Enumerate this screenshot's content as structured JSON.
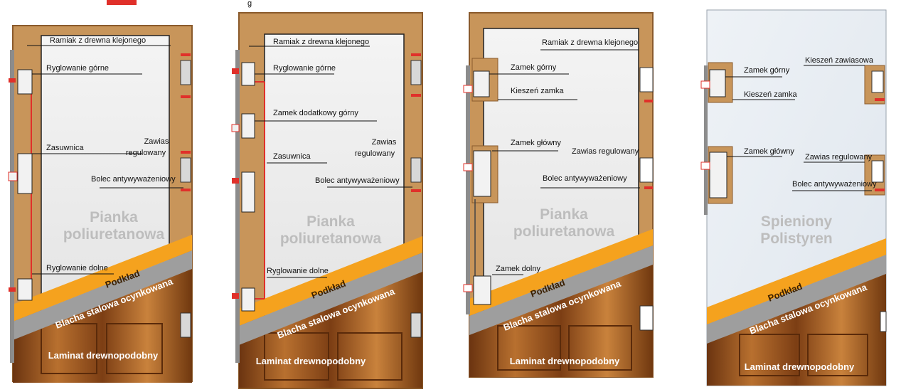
{
  "top_fragment": "g",
  "doors": [
    {
      "id": "door1",
      "labels": {
        "frame": "Ramiak z drewna klejonego",
        "top_lock": "Ryglowanie górne",
        "bolt": "Zasuwnica",
        "hinge": "Zawias\nregulowany",
        "anti": "Bolec antywyważeniowy",
        "bottom_lock": "Ryglowanie dolne",
        "core": "Pianka\npoliuretanowa",
        "primer": "Podkład",
        "steel": "Blacha stalowa ocynkowana",
        "laminate": "Laminat drewnopodobny"
      }
    },
    {
      "id": "door2",
      "labels": {
        "frame": "Ramiak z drewna klejonego",
        "top_lock": "Ryglowanie górne",
        "extra_lock": "Zamek dodatkowy górny",
        "bolt": "Zasuwnica",
        "hinge": "Zawias\nregulowany",
        "anti": "Bolec antywyważeniowy",
        "bottom_lock": "Ryglowanie dolne",
        "core": "Pianka\npoliuretanowa",
        "primer": "Podkład",
        "steel": "Blacha stalowa ocynkowana",
        "laminate": "Laminat drewnopodobny"
      }
    },
    {
      "id": "door3",
      "labels": {
        "frame": "Ramiak z drewna klejonego",
        "top_lock": "Zamek górny",
        "pocket": "Kieszeń zamka",
        "main_lock": "Zamek główny",
        "hinge": "Zawias regulowany",
        "anti": "Bolec antywyważeniowy",
        "bottom_lock": "Zamek dolny",
        "core": "Pianka\npoliuretanowa",
        "primer": "Podkład",
        "steel": "Blacha stalowa ocynkowana",
        "laminate": "Laminat drewnopodobny"
      }
    },
    {
      "id": "door4",
      "labels": {
        "top_lock": "Zamek górny",
        "hinge_pocket": "Kieszeń zawiasowa",
        "pocket": "Kieszeń zamka",
        "main_lock": "Zamek główny",
        "hinge": "Zawias regulowany",
        "anti": "Bolec antywyważeniowy",
        "core": "Spieniony\nPolistyren",
        "primer": "Podkład",
        "steel": "Blacha stalowa ocynkowana",
        "laminate": "Laminat drewnopodobny"
      }
    }
  ],
  "colors": {
    "frame_wood": "#c8955a",
    "frame_edge": "#8a5a2c",
    "primer": "#f5a21e",
    "steel": "#9e9e9e",
    "laminate_dark": "#7a3f14",
    "laminate_light": "#c27a3a",
    "core_text": "#bdbdbd",
    "accent_red": "#e0302a"
  }
}
